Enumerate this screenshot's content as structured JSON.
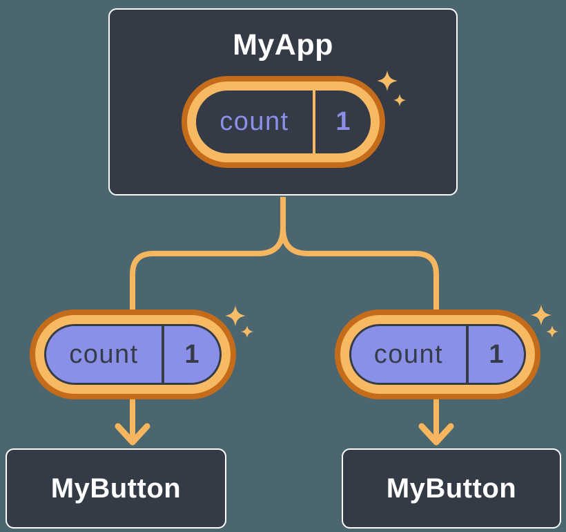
{
  "diagram": {
    "root": {
      "name": "MyApp",
      "state": {
        "label": "count",
        "value": "1"
      }
    },
    "children": [
      {
        "name": "MyButton",
        "state": {
          "label": "count",
          "value": "1"
        }
      },
      {
        "name": "MyButton",
        "state": {
          "label": "count",
          "value": "1"
        }
      }
    ]
  },
  "icons": {
    "sparkle": "four-point-sparkle",
    "arrow": "arrow-down-chevron"
  },
  "colors": {
    "canvas_background": "#4C6670",
    "node_fill": "#343B47",
    "node_border": "#FFFFFF",
    "node_text": "#FFFFFF",
    "state_ring_outer": "#C46C1A",
    "state_ring_inner": "#F8B963",
    "state_pill_highlight": "#8A90E8",
    "state_text_on_dark": "#8A90E8",
    "state_text_on_highlight": "#353C47",
    "connector": "#F6B65F",
    "sparkle": "#F7BD66"
  }
}
